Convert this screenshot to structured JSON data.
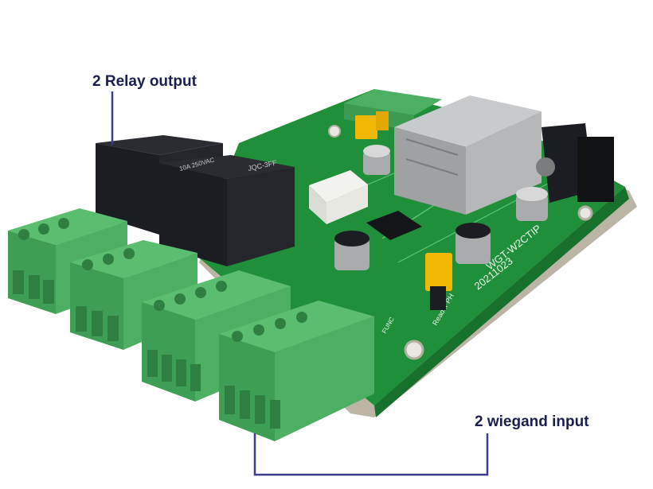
{
  "callouts": {
    "relay_output": "2 Relay output",
    "wiegand_input": "2 wiegand input"
  },
  "board_markings": {
    "model": "WGT-W2CTIP",
    "date": "20211023",
    "jumper_label": "Reader PH",
    "jumper_label_2": "FUNC"
  },
  "relay_markings": {
    "brand": "JQC-3FF",
    "rating": "10A 250VAC"
  },
  "colors": {
    "pcb_green": "#1f8f3a",
    "terminal_green": "#4caf63",
    "relay_black": "#1b1d22",
    "callout_line": "#3d3f8e",
    "callout_text": "#1a1f4d",
    "jumper_yellow": "#f2b705"
  }
}
